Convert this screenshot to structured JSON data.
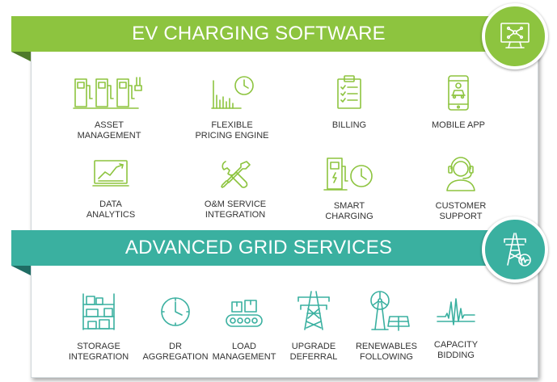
{
  "colors": {
    "ev_green": "#8dc43f",
    "grid_teal": "#3ab0a0"
  },
  "ev_section": {
    "title": "EV CHARGING SOFTWARE",
    "badge_icon": "monitor-network-icon",
    "items": [
      {
        "label": "ASSET\nMANAGEMENT",
        "icon": "charging-stations-icon"
      },
      {
        "label": "FLEXIBLE\nPRICING ENGINE",
        "icon": "bar-chart-clock-icon"
      },
      {
        "label": "BILLING",
        "icon": "clipboard-checklist-icon"
      },
      {
        "label": "MOBILE APP",
        "icon": "smartphone-car-icon"
      },
      {
        "label": "DATA\nANALYTICS",
        "icon": "trend-chart-icon"
      },
      {
        "label": "O&M SERVICE\nINTEGRATION",
        "icon": "wrench-screwdriver-icon"
      },
      {
        "label": "SMART\nCHARGING",
        "icon": "charger-clock-icon"
      },
      {
        "label": "CUSTOMER\nSUPPORT",
        "icon": "headset-agent-icon"
      }
    ]
  },
  "grid_section": {
    "title": "ADVANCED GRID SERVICES",
    "badge_icon": "power-tower-icon",
    "items": [
      {
        "label": "STORAGE\nINTEGRATION",
        "icon": "storage-rack-icon"
      },
      {
        "label": "DR\nAGGREGATION",
        "icon": "clock-icon"
      },
      {
        "label": "LOAD\nMANAGEMENT",
        "icon": "conveyor-boxes-icon"
      },
      {
        "label": "UPGRADE\nDEFERRAL",
        "icon": "transmission-tower-icon"
      },
      {
        "label": "RENEWABLES\nFOLLOWING",
        "icon": "wind-solar-icon"
      },
      {
        "label": "CAPACITY\nBIDDING",
        "icon": "signal-waveform-icon"
      }
    ]
  }
}
